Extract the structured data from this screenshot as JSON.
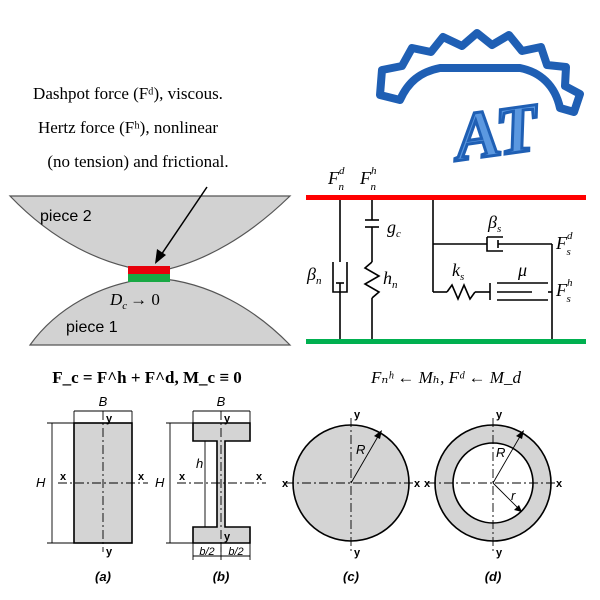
{
  "contact": {
    "desc_line1": "Dashpot force (Fᵈ), viscous.",
    "desc_line2": "Hertz force (Fʰ), nonlinear",
    "desc_line3": "(no tension) and frictional.",
    "piece2_label": "piece 2",
    "piece1_label": "piece 1",
    "dc_label": "D",
    "dc_sub": "c",
    "dc_arrow": "→ 0",
    "equation": "F_c = F^h + F^d,  M_c ≡ 0",
    "colors": {
      "top_contact": "#e8000b",
      "bottom_contact": "#18a844"
    }
  },
  "logo": {
    "text": "AT",
    "colors": {
      "primary": "#1f5fb4",
      "light": "#5b98e0"
    }
  },
  "rheology": {
    "fnd": "F",
    "fnd_sub": "n",
    "fnd_sup": "d",
    "fnh": "F",
    "fnh_sub": "n",
    "fnh_sup": "h",
    "gc": "g",
    "gc_sub": "c",
    "beta_n": "β",
    "beta_n_sub": "n",
    "hn": "h",
    "hn_sub": "n",
    "beta_s": "β",
    "beta_s_sub": "s",
    "ks": "k",
    "ks_sub": "s",
    "mu": "μ",
    "fsd": "F",
    "fsd_sub": "s",
    "fsd_sup": "d",
    "fsh": "F",
    "fsh_sub": "s",
    "fsh_sup": "h",
    "equation": "Fₙʰ ← Mₕ,  Fᵈ ← M_d",
    "colors": {
      "top_plate": "#ff0000",
      "bottom_plate": "#00b050"
    }
  },
  "sections": [
    {
      "caption": "(a)",
      "labels": {
        "B": "B",
        "H": "H",
        "x": "x",
        "y": "y"
      }
    },
    {
      "caption": "(b)",
      "labels": {
        "B": "B",
        "H": "H",
        "h": "h",
        "x": "x",
        "y": "y",
        "half1": "b/2",
        "half2": "b/2"
      }
    },
    {
      "caption": "(c)",
      "labels": {
        "R": "R",
        "x": "x",
        "y": "y"
      }
    },
    {
      "caption": "(d)",
      "labels": {
        "R": "R",
        "r": "r",
        "x": "x",
        "y": "y"
      }
    }
  ]
}
